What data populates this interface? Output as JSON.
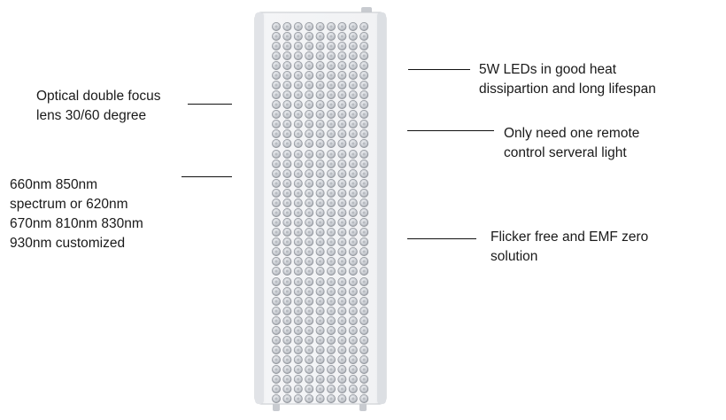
{
  "callouts": {
    "left": [
      {
        "id": "optics",
        "lines": [
          "Optical double focus",
          "lens 30/60 degree"
        ]
      },
      {
        "id": "spectrum",
        "lines": [
          "660nm 850nm",
          "spectrum or 620nm",
          "670nm 810nm 830nm",
          "930nm customized"
        ]
      }
    ],
    "right": [
      {
        "id": "leds",
        "lines": [
          "5W LEDs in good heat",
          "dissipartion and long lifespan"
        ]
      },
      {
        "id": "remote",
        "lines": [
          "Only need one remote",
          "control serveral light"
        ]
      },
      {
        "id": "flicker",
        "lines": [
          "Flicker free and EMF zero",
          "solution"
        ]
      }
    ]
  },
  "device": {
    "name": "led-light-therapy-panel",
    "body_color": "#eeeff2",
    "led_lens_color": "#c9ccd2",
    "columns": 9,
    "sections": [
      13,
      13,
      13
    ]
  }
}
